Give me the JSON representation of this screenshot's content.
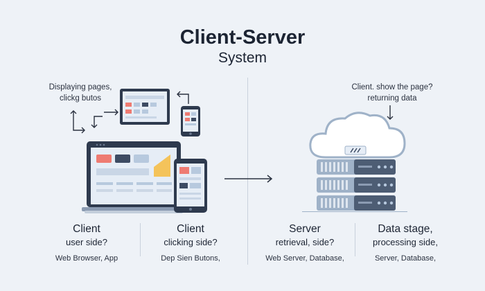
{
  "title": {
    "line1": "Client-Server",
    "line2": "System"
  },
  "notes": {
    "client_note_line1": "Displaying pages,",
    "client_note_line2": "clickg butos",
    "server_note_line1": "Client. show the page?",
    "server_note_line2": "returning data"
  },
  "columns": [
    {
      "title": "Client",
      "subtitle": "user  side?",
      "detail": "Web Browser, App"
    },
    {
      "title": "Client",
      "subtitle": "clicking side?",
      "detail": "Dep Sien Butons,"
    },
    {
      "title": "Server",
      "subtitle": "retrieval, side?",
      "detail": "Web Server, Database,"
    },
    {
      "title": "Data stage,",
      "subtitle": "processing side,",
      "detail": "Server, Database,"
    }
  ],
  "colors": {
    "background": "#eef2f7",
    "device_dark": "#2e3a4e",
    "screen_bg": "#e6edf6",
    "accent_red": "#ee7b72",
    "accent_yellow": "#f4c35a",
    "accent_navy": "#3d4b63",
    "accent_lightblue": "#b7c9de",
    "server_body": "#9fb2c8",
    "server_dark": "#4d5d74"
  }
}
